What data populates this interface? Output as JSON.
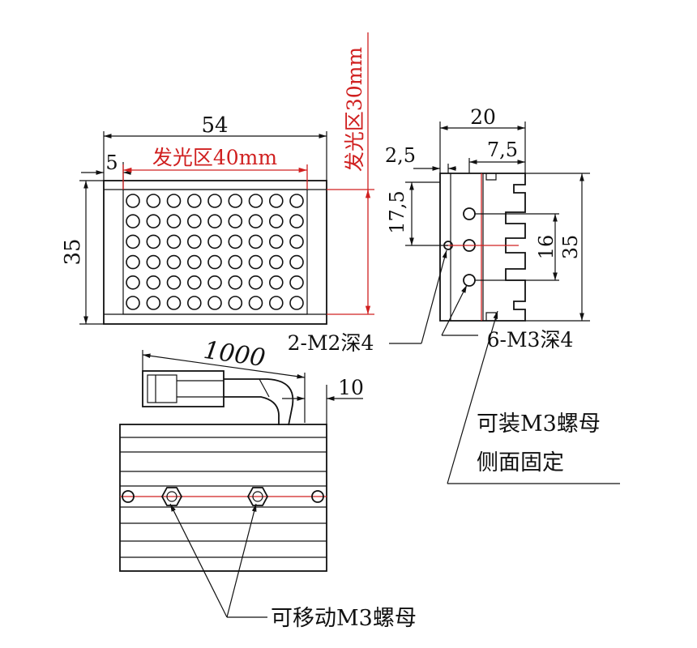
{
  "front_view": {
    "width_dim": "54",
    "border_dim": "5",
    "emitting_width_dim": "发光区40mm",
    "height_dim": "35",
    "emitting_height_dim": "发光区30mm",
    "led_rows": 6,
    "led_cols": 9
  },
  "side_view": {
    "width_dim": "20",
    "offset_dim_a": "2,5",
    "offset_dim_b": "7,5",
    "vertical_dim_a": "17,5",
    "vertical_dim_b": "16",
    "height_dim": "35",
    "hole_note_m2": "2-M2深4",
    "hole_note_m3": "6-M3深4",
    "side_note_line1": "可装M3螺母",
    "side_note_line2": "侧面固定"
  },
  "bottom_view": {
    "cable_length_dim": "1000",
    "cable_offset_dim": "10",
    "nut_note": "可移动M3螺母"
  },
  "colors": {
    "line": "#111111",
    "emitting_area": "#d02020"
  }
}
